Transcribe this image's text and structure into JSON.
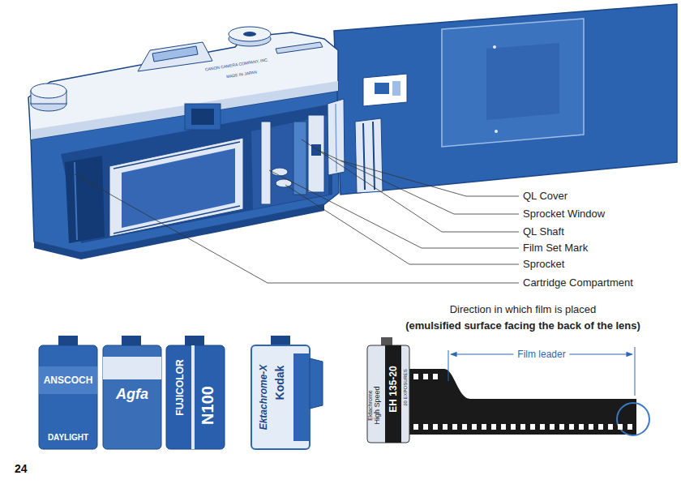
{
  "diagram": {
    "labels": [
      "QL Cover",
      "Sprocket Window",
      "QL Shaft",
      "Film Set Mark",
      "Sprocket",
      "Cartridge Compartment",
      "Direction in which film is placed",
      "(emulsified surface facing the back of the lens)",
      "Film leader",
      "24",
      "CANON CAMERA COMPANY, INC.",
      "MADE IN JAPAN",
      "ANSCOCH",
      "DAYLIGHT",
      "Agfa",
      "FUJICOLOR",
      "N100",
      "Kodak",
      "Ektachrome-X",
      "EH 135-20",
      "20 EXPOSURES",
      "High Speed",
      "Ektachrome"
    ]
  }
}
